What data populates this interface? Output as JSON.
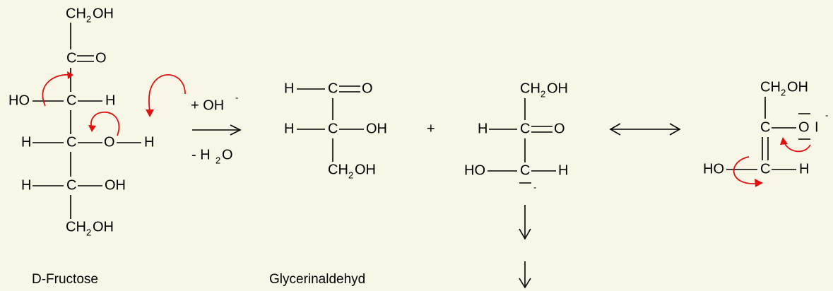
{
  "labels": {
    "fructose": "D-Fructose",
    "glyceraldehyde": "Glycerinaldehyd"
  },
  "conditions": {
    "reagent": "+ OH",
    "reagent_charge": "-",
    "byproduct_prefix": "- H",
    "byproduct_sub": "2",
    "byproduct_suffix": "O"
  },
  "groups": {
    "ch2": "CH",
    "sub2": "2",
    "oh": "OH",
    "ho": "HO",
    "h": "H",
    "c": "C",
    "o": "O",
    "plus": "+",
    "minus": "-",
    "lone_pair": "I"
  },
  "colors": {
    "background": "#f8f6e6",
    "bond": "#000000",
    "electron_arrow": "#e01010"
  }
}
